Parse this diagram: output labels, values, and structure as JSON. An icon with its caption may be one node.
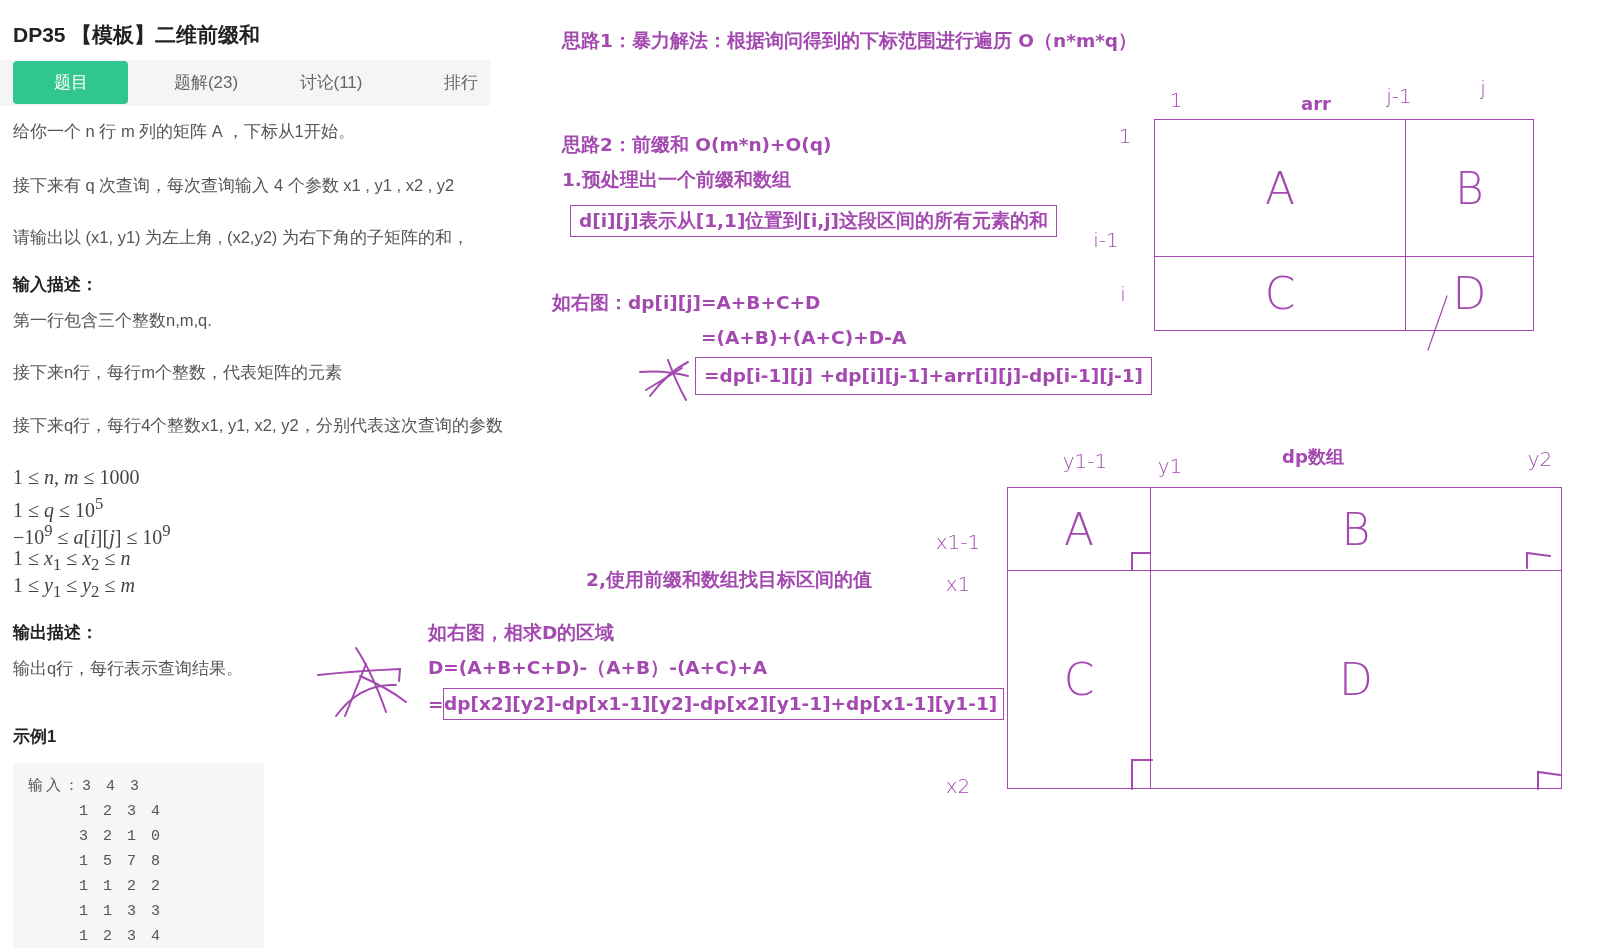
{
  "diagram": {
    "nodes": [
      {
        "text": [
          "题解(23)",
          "讨论(11)",
          "排行"
        ]
      },
      {
        "text": [
          "题目"
        ],
        "in": 0
      },
      {
        "text": [
          "输入：3 4 3",
          "1 2 3 4",
          "3 2 1 0",
          "1 5 7 8",
          "1 1 2 2",
          "1 1 3 3",
          "1 2 3 4"
        ]
      },
      {
        "text": [
          "d[i][j]表示从[1,1]位置到[i,j]这段区间的所有元素的和"
        ]
      },
      {
        "text": [
          "=dp[i-1][j] +dp[i][j-1]+arr[i][j]-dp[i-1][j-1]"
        ]
      },
      {
        "text": [
          "arr"
        ]
      },
      {
        "text": [
          "A"
        ],
        "in": 5
      },
      {
        "text": [
          "B"
        ],
        "in": 5
      },
      {
        "text": [
          "C"
        ],
        "in": 5
      },
      {
        "text": [
          "D"
        ],
        "in": 5
      },
      {
        "text": [
          "dp数组"
        ]
      },
      {
        "text": [
          "A"
        ],
        "in": 10
      },
      {
        "text": [
          "B"
        ],
        "in": 10
      },
      {
        "text": [
          "C"
        ],
        "in": 10
      },
      {
        "text": [
          "D"
        ],
        "in": 10
      },
      {
        "text": [
          "dp[x2][y2]-dp[x1-1][y2]-dp[x2][y1-1]+dp[x1-1][y1-1]"
        ]
      }
    ],
    "labels": [
      "DP35 【模板】二维前缀和",
      "给你一个 n 行 m 列的矩阵 A ，下标从1开始。",
      "接下来有 q 次查询，每次查询输入 4 个参数 x1 , y1 , x2 , y2",
      "请输出以 (x1, y1) 为左上角 , (x2,y2) 为右下角的子矩阵的和，",
      "输入描述：",
      "第一行包含三个整数n,m,q.",
      "接下来n行，每行m个整数，代表矩阵的元素",
      "接下来q行，每行4个整数x1, y1, x2, y2，分别代表这次查询的参数",
      "1 ≤ *n*, *m* ≤ 1000",
      "1 ≤ *q* ≤ 10$^{5}$",
      "−10$^{9}$ ≤ *a*[*i*][*j*] ≤ 10$^{9}$",
      "1 ≤ *x*$_{1}$ ≤ *x*$_{2}$ ≤ *n*",
      "1 ≤ *y*$_{1}$ ≤ *y*$_{2}$ ≤ *m*",
      "输出描述：",
      "输出q行，每行表示查询结果。",
      "示例1",
      "思路1：暴力解法：根据询问得到的下标范围进行遍历 O（n*m*q）",
      "思路2：前缀和 O(m*n)+O(q)",
      "1.预处理出一个前缀和数组",
      "如右图：dp[i][j]=A+B+C+D",
      "=(A+B)+(A+C)+D-A",
      "1",
      "j-1",
      "j",
      "1",
      "i-1",
      "i",
      "2,使用前缀和数组找目标区间的值",
      "y1-1",
      "y1",
      "y2",
      "x1-1",
      "x1",
      "x2",
      "如右图，相求D的区域",
      "D=(A+B+C+D)-（A+B）-(A+C)+A",
      "="
    ]
  }
}
